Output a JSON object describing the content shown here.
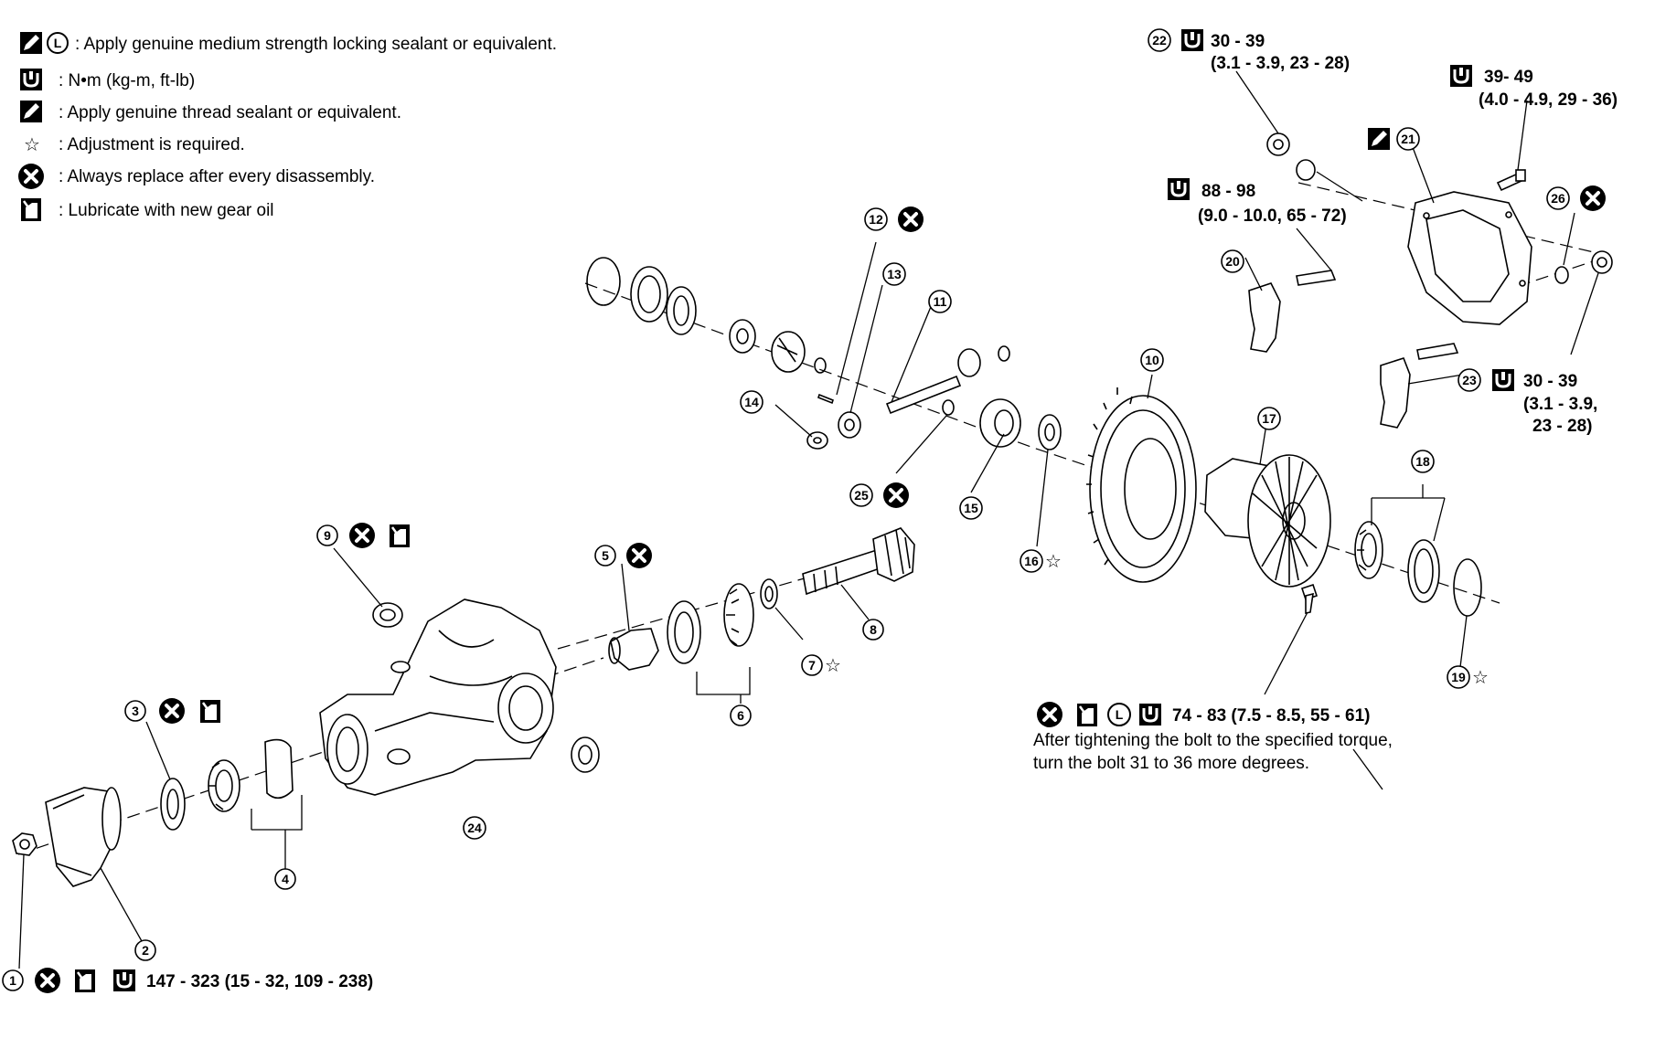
{
  "legend": [
    {
      "icon": "locking-sealant-icon",
      "text": ": Apply genuine medium strength locking sealant or equivalent."
    },
    {
      "icon": "torque-wrench-icon",
      "text": ": N•m (kg-m, ft-lb)"
    },
    {
      "icon": "thread-sealant-icon",
      "text": ": Apply genuine thread sealant or equivalent."
    },
    {
      "icon": "star-icon",
      "text": ": Adjustment is required."
    },
    {
      "icon": "replace-x-icon",
      "text": ": Always replace after every disassembly."
    },
    {
      "icon": "oil-can-icon",
      "text": ": Lubricate with new gear oil"
    }
  ],
  "parts": {
    "p1": "1",
    "p2": "2",
    "p3": "3",
    "p4": "4",
    "p5": "5",
    "p6": "6",
    "p7": "7",
    "p8": "8",
    "p9": "9",
    "p10": "10",
    "p11": "11",
    "p12": "12",
    "p13": "13",
    "p14": "14",
    "p15": "15",
    "p16": "16",
    "p17": "17",
    "p18": "18",
    "p19": "19",
    "p20": "20",
    "p21": "21",
    "p22": "22",
    "p23": "23",
    "p24": "24",
    "p25": "25",
    "p26": "26"
  },
  "torques": {
    "t22_a": "30 - 39",
    "t22_b": "(3.1 - 3.9, 23 - 28)",
    "tbolt_a": "39- 49",
    "tbolt_b": "(4.0 - 4.9, 29 - 36)",
    "t20_a": "88 - 98",
    "t20_b": "(9.0 - 10.0, 65 - 72)",
    "t23_a": "30 - 39",
    "t23_b": "(3.1 - 3.9,",
    "t23_c": "23 - 28)",
    "t17_a": "74 - 83 (7.5 - 8.5, 55 - 61)",
    "t1": "147 - 323 (15 - 32, 109 - 238)"
  },
  "notes": {
    "ring_bolt_line1": "After tightening the bolt to the specified torque,",
    "ring_bolt_line2": "turn the bolt 31 to 36 more degrees."
  },
  "symbols": {
    "star": "☆",
    "lock_letter": "L"
  }
}
